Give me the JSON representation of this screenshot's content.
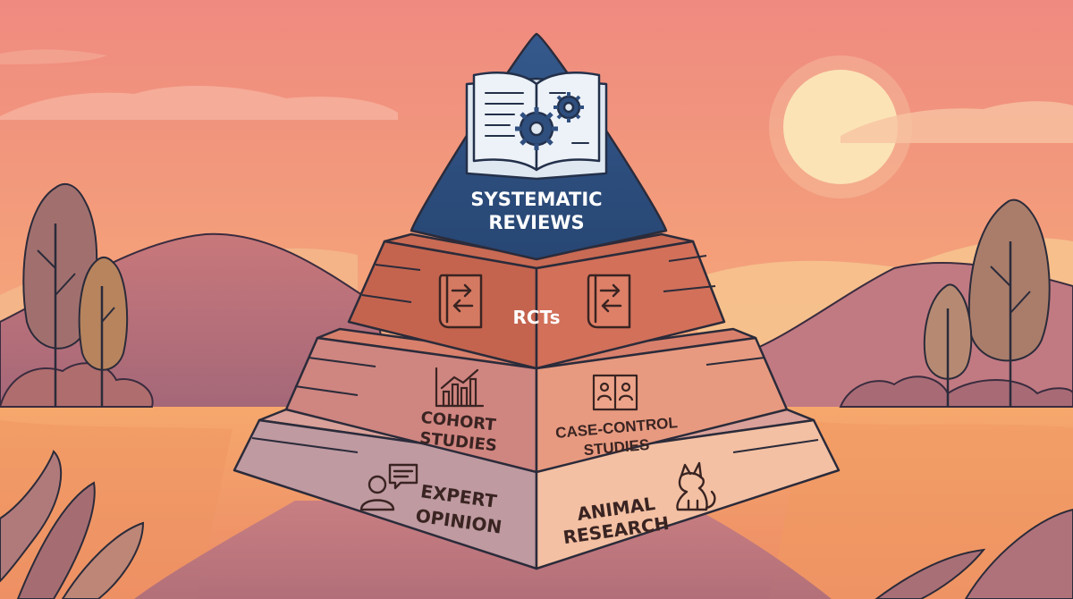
{
  "pyramid": {
    "apex": {
      "line1": "SYSTEMATIC",
      "line2": "REVIEWS",
      "icon": "open-book-gears-icon"
    },
    "tier2": {
      "label": "RCTs",
      "icon": "book-arrows-icon"
    },
    "tier3": {
      "left": {
        "line1": "COHORT",
        "line2": "STUDIES",
        "icon": "bar-chart-icon"
      },
      "right": {
        "line1": "CASE-CONTROL",
        "line2": "STUDIES",
        "icon": "id-cards-icon"
      }
    },
    "tier4": {
      "left": {
        "line1": "EXPERT",
        "line2": "OPINION",
        "icon": "person-speech-icon"
      },
      "right": {
        "line1": "ANIMAL",
        "line2": "RESEARCH",
        "icon": "cat-icon"
      }
    }
  },
  "colors": {
    "apex": "#2f4f7f",
    "tier2": "#c8624b",
    "tier3": "#d9816a",
    "tier4_left": "#bf9aa1",
    "tier4_right": "#f3c0a3",
    "outline": "#2b2b3a",
    "sun": "#fde7b0"
  }
}
